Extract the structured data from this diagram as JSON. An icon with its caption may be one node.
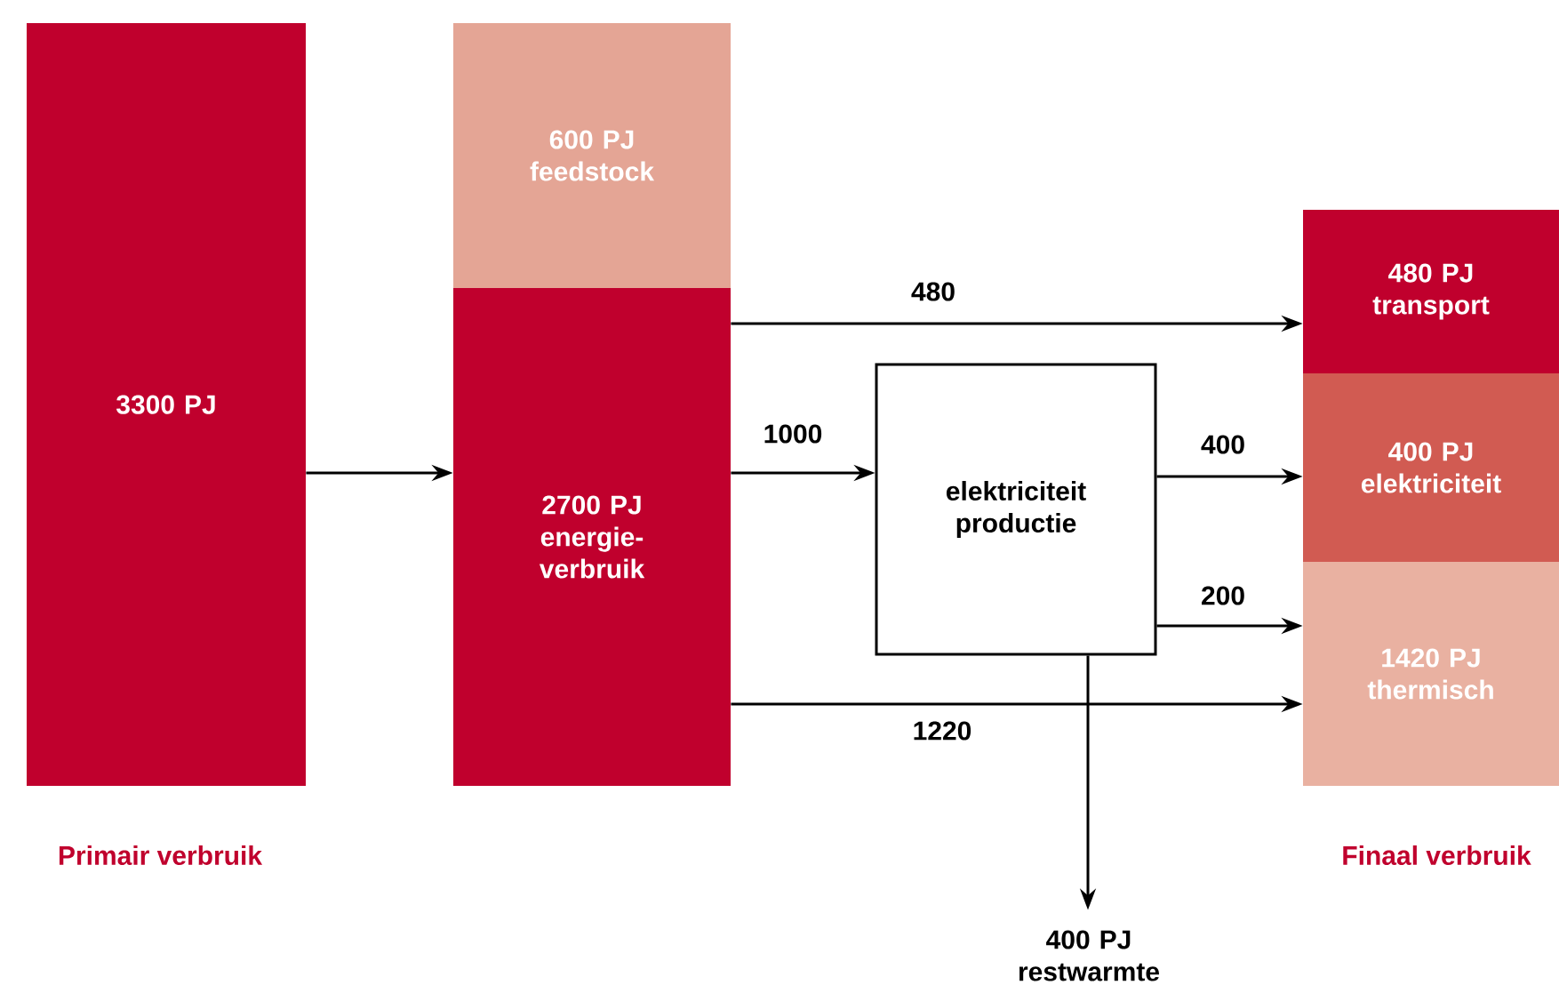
{
  "diagram": {
    "nodes": [
      {
        "text": [
          "3300 PJ"
        ]
      },
      {
        "text": [
          "600 PJ",
          "feedstock"
        ]
      },
      {
        "text": [
          "2700 PJ",
          "energie-verbruik"
        ]
      },
      {
        "text": [
          "elektriciteit productie"
        ]
      },
      {
        "text": [
          "480 PJ",
          "transport"
        ]
      },
      {
        "text": [
          "400 PJ",
          "elektriciteit"
        ]
      },
      {
        "text": [
          "1420 PJ",
          "thermisch"
        ]
      },
      {
        "text": [
          "400 PJ",
          "restwarmte"
        ]
      }
    ],
    "edges": [
      {
        "from": 0,
        "to": 2,
        "arrow": "to"
      },
      {
        "from": 2,
        "to": 4,
        "arrow": "to",
        "label": "480"
      },
      {
        "from": 2,
        "to": 3,
        "arrow": "to",
        "label": "1000"
      },
      {
        "from": 3,
        "to": 5,
        "arrow": "to",
        "label": "400"
      },
      {
        "from": 3,
        "to": 6,
        "arrow": "to",
        "label": "200"
      },
      {
        "from": 2,
        "to": 6,
        "arrow": "to",
        "label": "1220"
      },
      {
        "from": 3,
        "to": 7,
        "arrow": "to"
      }
    ],
    "labels": [
      "Primair verbruik",
      "Finaal verbruik"
    ]
  }
}
